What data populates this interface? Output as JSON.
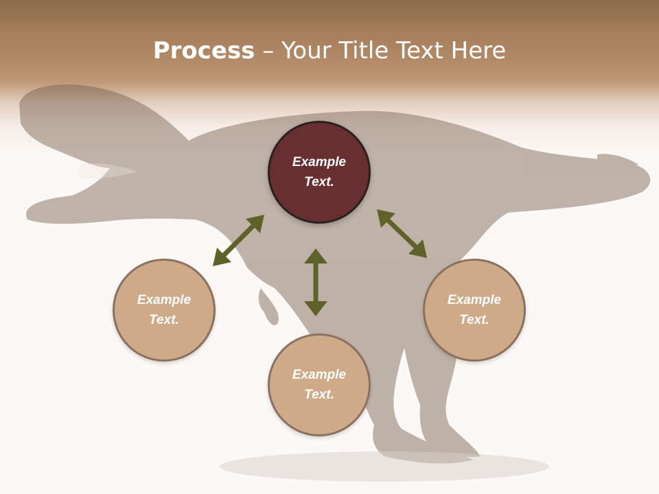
{
  "slide": {
    "title_bold": "Process",
    "title_rest": " – Your Title Text Here"
  },
  "nodes": {
    "top": "Example Text.",
    "left": "Example Text.",
    "right": "Example Text.",
    "bottom": "Example Text."
  },
  "colors": {
    "center_node": "#672f2f",
    "outer_node": "#ceaa88",
    "arrow": "#5e6228"
  }
}
